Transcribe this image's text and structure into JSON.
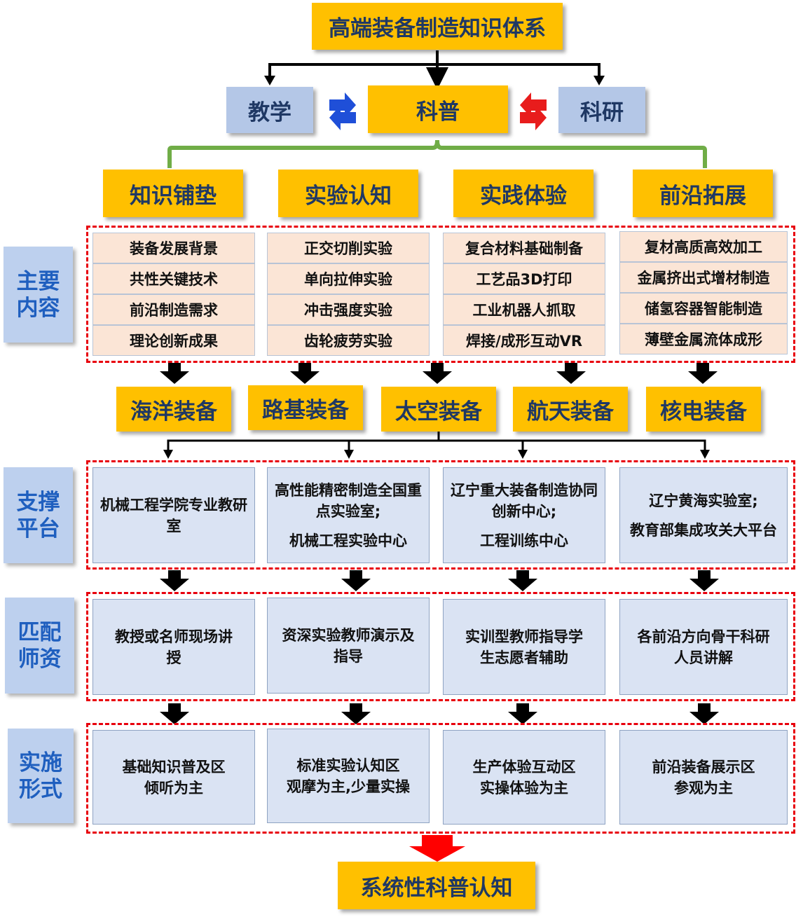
{
  "root": "高端装备制造知识体系",
  "pillars": {
    "left": "教学",
    "center": "科普",
    "right": "科研"
  },
  "modules": [
    "知识铺垫",
    "实验认知",
    "实践体验",
    "前沿拓展"
  ],
  "row_labels": {
    "content": "主要\n内容",
    "platform": "支撑\n平台",
    "teachers": "匹配\n师资",
    "forms": "实施\n形式"
  },
  "content": [
    [
      "装备发展背景",
      "共性关键技术",
      "前沿制造需求",
      "理论创新成果"
    ],
    [
      "正交切削实验",
      "单向拉伸实验",
      "冲击强度实验",
      "齿轮疲劳实验"
    ],
    [
      "复合材料基础制备",
      "工艺品3D打印",
      "工业机器人抓取",
      "焊接/成形互动VR"
    ],
    [
      "复材高质高效加工",
      "金属挤出式增材制造",
      "储氢容器智能制造",
      "薄壁金属流体成形"
    ]
  ],
  "equipment": [
    "海洋装备",
    "路基装备",
    "太空装备",
    "航天装备",
    "核电装备"
  ],
  "platforms": [
    {
      "line1": "机械工程学院专业教研室",
      "line2": ""
    },
    {
      "line1": "高性能精密制造全国重点实验室;",
      "line2": "机械工程实验中心"
    },
    {
      "line1": "辽宁重大装备制造协同创新中心;",
      "line2": "工程训练中心"
    },
    {
      "line1": "辽宁黄海实验室;",
      "line2": "教育部集成攻关大平台"
    }
  ],
  "teachers": [
    "教授或名师现场讲授",
    "资深实验教师演示及指导",
    "实训型教师指导学生志愿者辅助",
    "各前沿方向骨干科研人员讲解"
  ],
  "forms": [
    [
      "基础知识普及区",
      "倾听为主"
    ],
    [
      "标准实验认知区",
      "观摩为主,少量实操"
    ],
    [
      "生产体验互动区",
      "实操体验为主"
    ],
    [
      "前沿装备展示区",
      "参观为主"
    ]
  ],
  "result": "系统性科普认知",
  "colors": {
    "gold": "#ffc000",
    "light_blue": "#b4c7e7",
    "peach": "#fbe5d6",
    "cell_blue": "#dae3f3",
    "dash_red": "#e8000d",
    "brace_green": "#70ad47",
    "swap_blue": "#1f4fd8",
    "swap_red": "#e81c1c"
  }
}
